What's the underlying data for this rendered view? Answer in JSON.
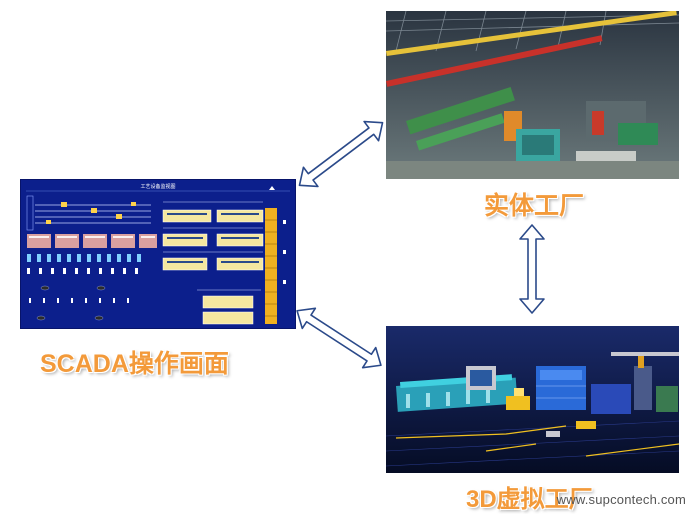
{
  "labels": {
    "scada": "SCADA操作画面",
    "factory": "实体工厂",
    "virtual": "3D虚拟工厂"
  },
  "scada_screen": {
    "title": "工艺设备监视图"
  },
  "watermark": "www.supcontech.com",
  "colors": {
    "caption": "#f39a3a",
    "arrow_fill": "#ffffff",
    "arrow_stroke": "#2b4a8a",
    "scada_bg": "#0c1f8c"
  },
  "icons": [
    "double-arrow-icon"
  ]
}
